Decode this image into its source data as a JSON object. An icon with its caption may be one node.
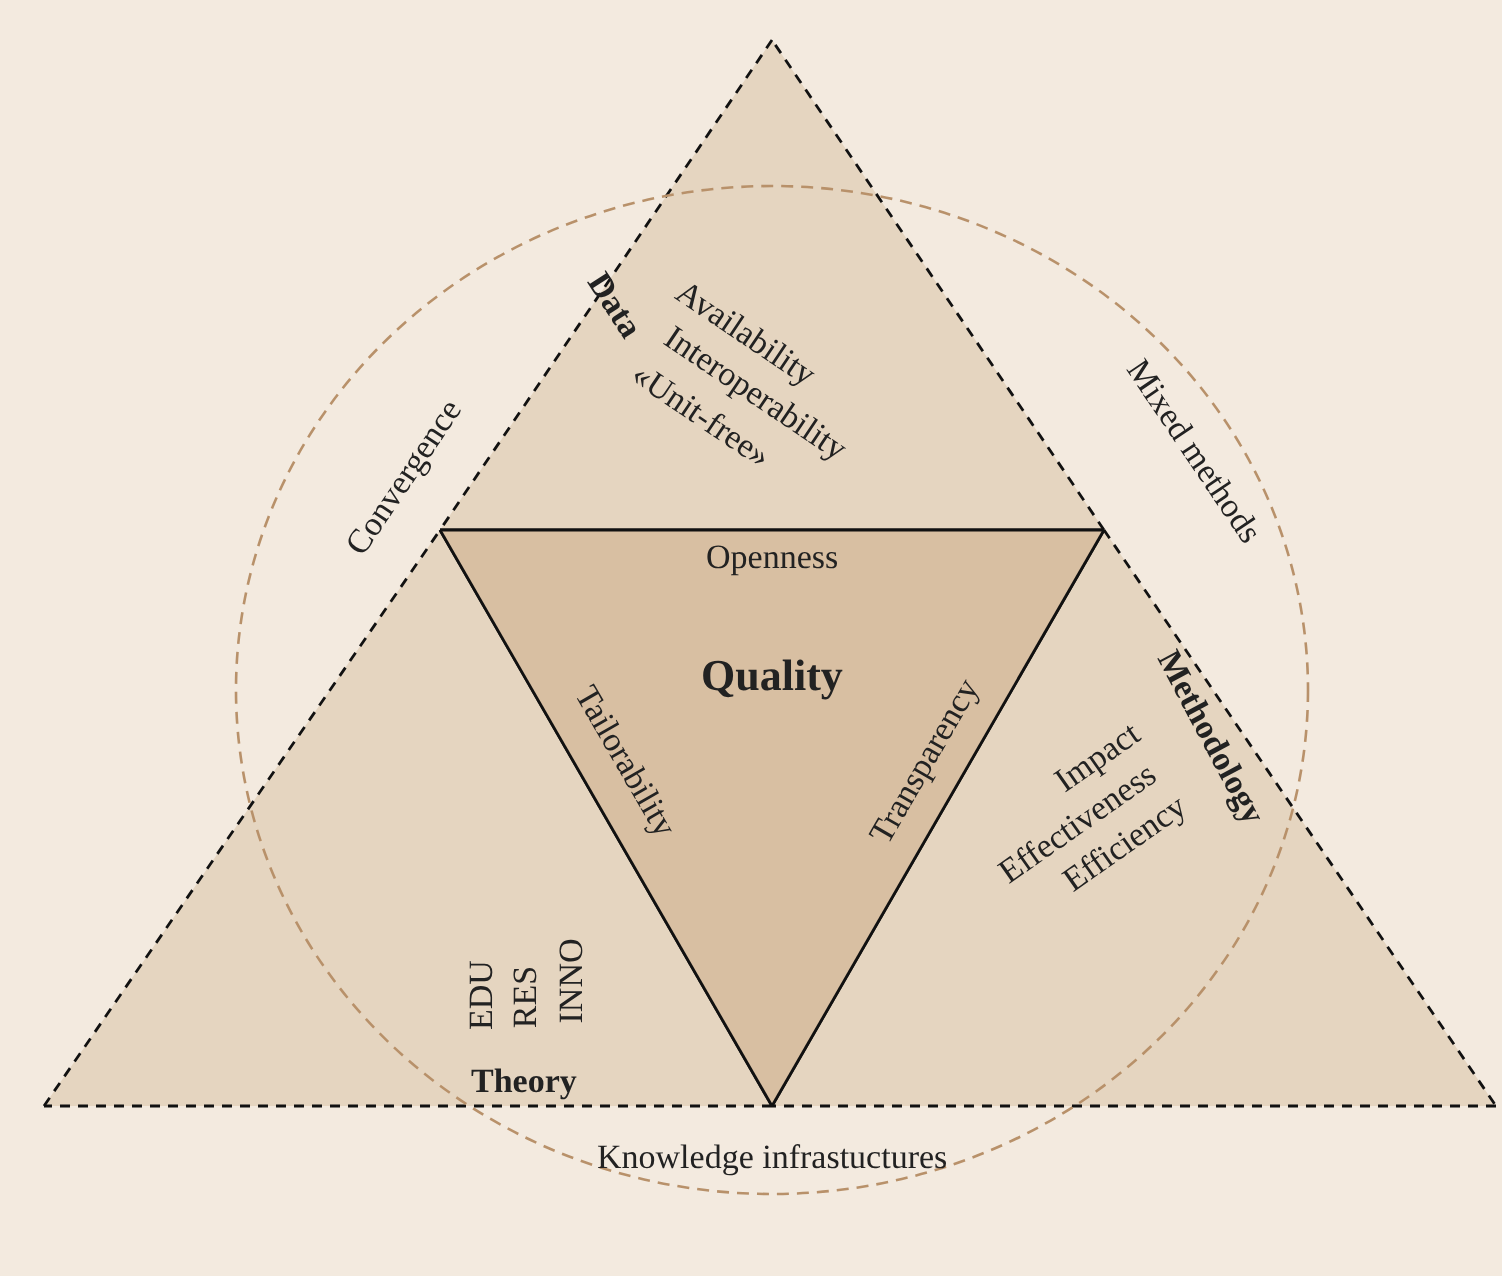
{
  "diagram": {
    "nodes": [
      {
        "text": [],
        "shape": "circle"
      },
      {
        "text": [
          "Data",
          "Availability",
          "Interoperability",
          "«Unit-free»"
        ]
      },
      {
        "text": [
          "Openness",
          "Quality",
          "Tailorability",
          "Transparency"
        ],
        "in": 0
      },
      {
        "text": [
          "Methodology",
          "Impact",
          "Effectiveness",
          "Efficiency"
        ]
      },
      {
        "text": [
          "Theory",
          "EDU",
          "RES",
          "INNO"
        ]
      }
    ],
    "labels": [
      "Convergence",
      "Mixed methods",
      "Knowledge infrastuctures"
    ]
  }
}
